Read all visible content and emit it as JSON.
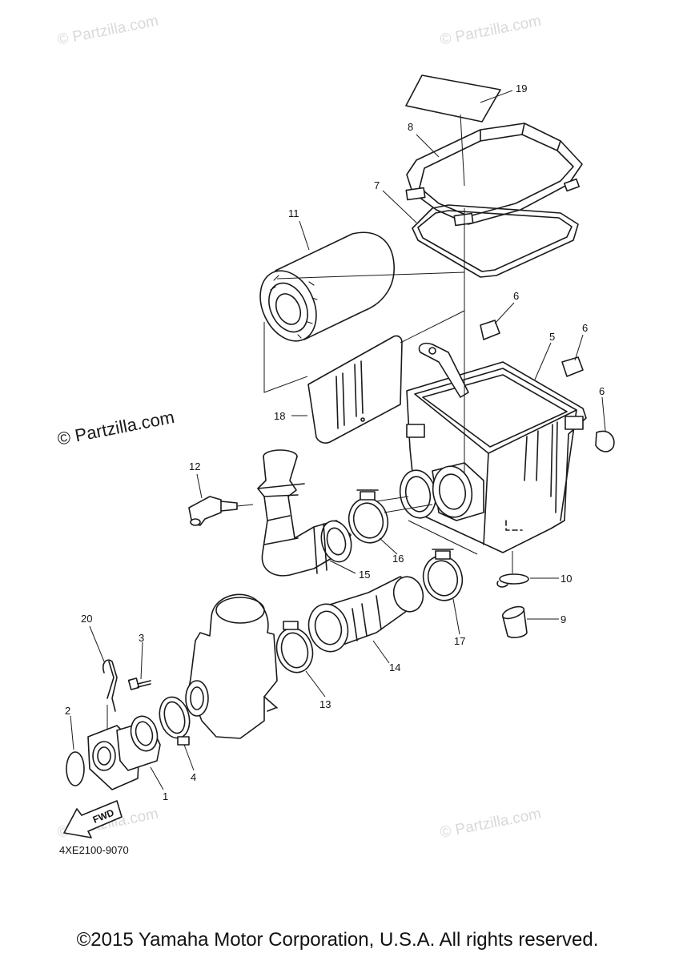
{
  "watermarks": {
    "faint": "© Partzilla.com",
    "main": "© Partzilla.com"
  },
  "callouts": {
    "p1": "1",
    "p2": "2",
    "p3": "3",
    "p4": "4",
    "p5": "5",
    "p6a": "6",
    "p6b": "6",
    "p6c": "6",
    "p7": "7",
    "p8": "8",
    "p9": "9",
    "p10": "10",
    "p11": "11",
    "p12": "12",
    "p13": "13",
    "p14": "14",
    "p15": "15",
    "p16": "16",
    "p17": "17",
    "p18": "18",
    "p19": "19",
    "p20": "20"
  },
  "fwd_label": "FWD",
  "diagram_code": "4XE2100-9070",
  "copyright": "©2015 Yamaha Motor Corporation, U.S.A. All rights reserved."
}
